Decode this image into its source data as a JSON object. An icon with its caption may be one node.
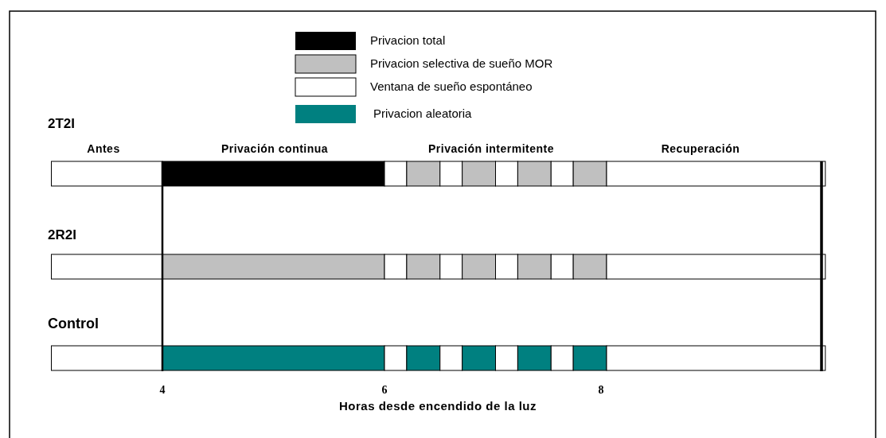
{
  "diagram": {
    "labels": [
      "2T2I",
      "Antes",
      "Privación continua",
      "Privación intermitente",
      "Recuperación",
      "2R2I",
      "Control",
      "4",
      "6",
      "8",
      "Horas desde encendido de la luz"
    ],
    "legend": [
      {
        "text": "Privacion total",
        "color": "#000000"
      },
      {
        "text": "Privacion selectiva de sueño MOR",
        "color": "#c0c0c0"
      },
      {
        "text": "Ventana de sueño espontáneo",
        "color": "#ffffff"
      },
      {
        "text": "Privacion aleatoria",
        "color": "#008080"
      }
    ]
  }
}
